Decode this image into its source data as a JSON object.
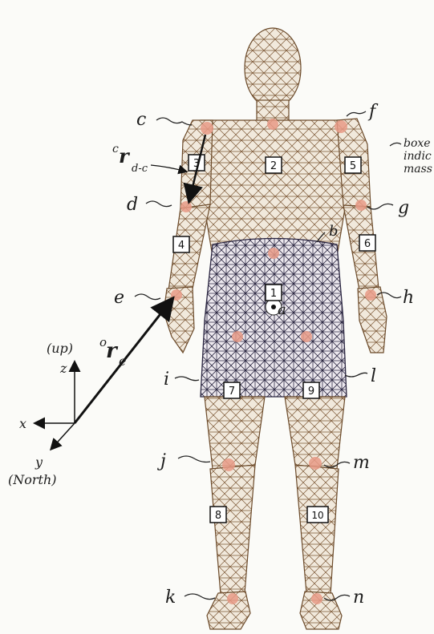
{
  "joints": [
    {
      "id": "a",
      "label": "a"
    },
    {
      "id": "b",
      "label": "b"
    },
    {
      "id": "c",
      "label": "c"
    },
    {
      "id": "d",
      "label": "d"
    },
    {
      "id": "e",
      "label": "e"
    },
    {
      "id": "f",
      "label": "f"
    },
    {
      "id": "g",
      "label": "g"
    },
    {
      "id": "h",
      "label": "h"
    },
    {
      "id": "i",
      "label": "i"
    },
    {
      "id": "j",
      "label": "j"
    },
    {
      "id": "k",
      "label": "k"
    },
    {
      "id": "l",
      "label": "l"
    },
    {
      "id": "m",
      "label": "m"
    },
    {
      "id": "n",
      "label": "n"
    }
  ],
  "segments": [
    "1",
    "2",
    "3",
    "4",
    "5",
    "6",
    "7",
    "8",
    "9",
    "10"
  ],
  "vectors": {
    "r_d_c": {
      "superscript": "c",
      "main": "r",
      "subscript": "d-c"
    },
    "r_e": {
      "superscript": "o",
      "main": "r",
      "subscript": "e"
    }
  },
  "axes": {
    "z_label": "z",
    "up_label": "(up)",
    "x_label": "x",
    "y_label": "y",
    "north_label": "(North)"
  },
  "note_lines": [
    "boxe",
    "indic",
    "mass"
  ],
  "colors": {
    "mesh": "#6b4a2a",
    "pelvis_mesh": "#2a2540",
    "joint_marker": "#e89a86"
  }
}
